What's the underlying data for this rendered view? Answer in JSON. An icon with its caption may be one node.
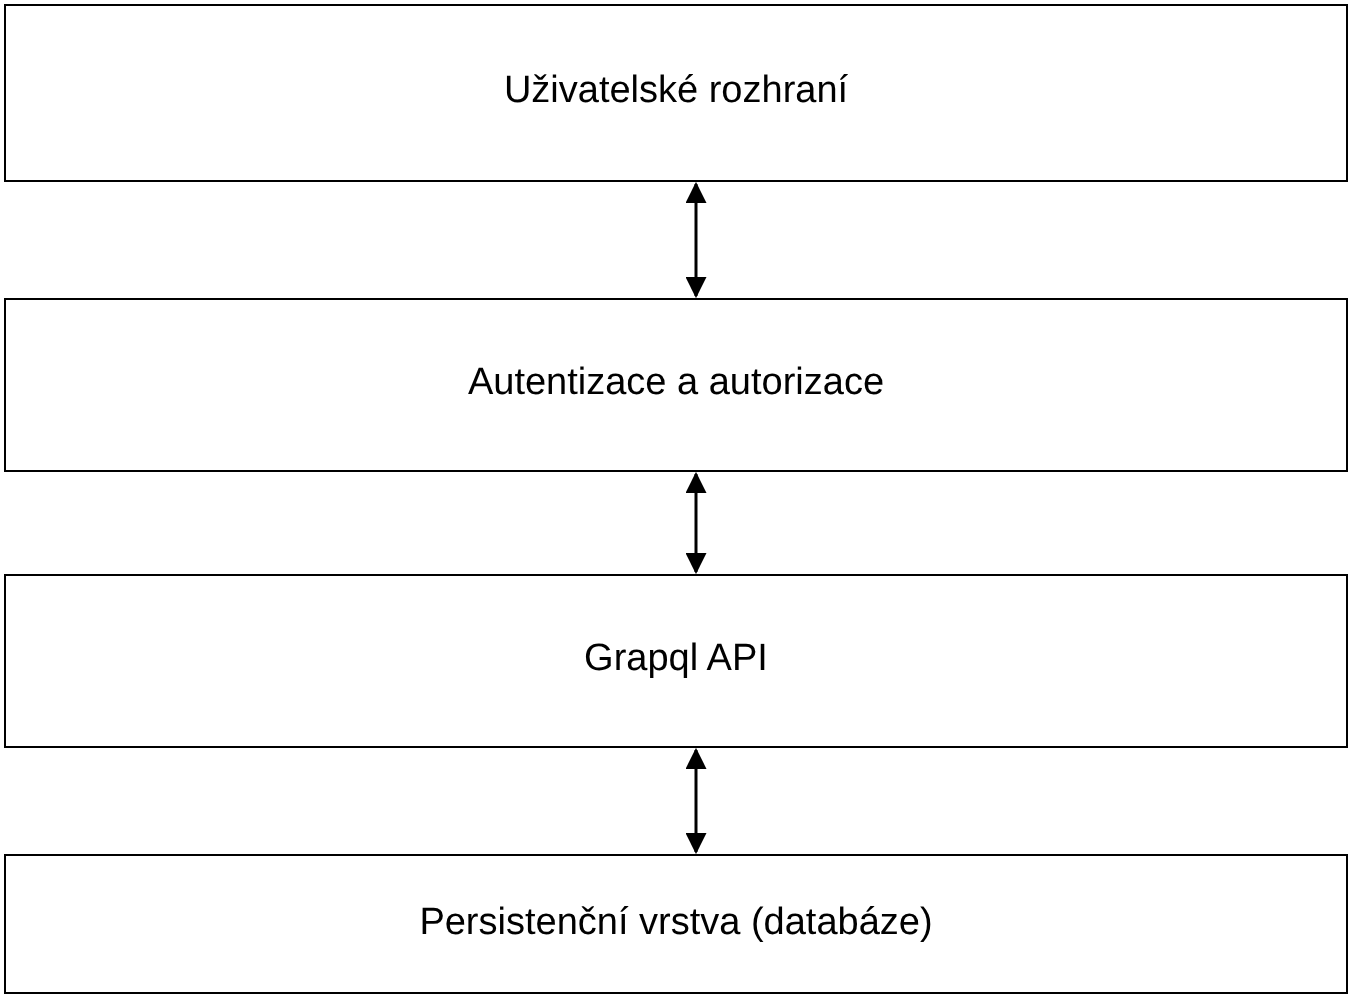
{
  "diagram": {
    "nodes": [
      {
        "text": [
          "Uživatelské rozhraní"
        ]
      },
      {
        "text": [
          "Autentizace a autorizace"
        ]
      },
      {
        "text": [
          "Grapql API"
        ]
      },
      {
        "text": [
          "Persistenční vrstva (databáze)"
        ]
      }
    ],
    "edges": [
      {
        "from": 0,
        "to": 1,
        "arrow": "both"
      },
      {
        "from": 1,
        "to": 2,
        "arrow": "both"
      },
      {
        "from": 2,
        "to": 3,
        "arrow": "both"
      }
    ]
  }
}
